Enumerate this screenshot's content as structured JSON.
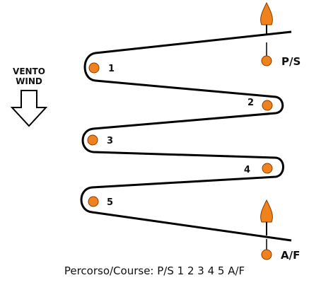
{
  "wind_label": [
    "VENTO",
    "WIND"
  ],
  "marks": [
    {
      "id": "mark-1",
      "label": "1"
    },
    {
      "id": "mark-2",
      "label": "2"
    },
    {
      "id": "mark-3",
      "label": "3"
    },
    {
      "id": "mark-4",
      "label": "4"
    },
    {
      "id": "mark-5",
      "label": "5"
    }
  ],
  "start_label": "P/S",
  "finish_label": "A/F",
  "caption": "Percorso/Course: P/S 1 2 3 4 5 A/F",
  "colors": {
    "mark": "#f0821e",
    "line": "#000000",
    "mark_outline": "#8a3a00"
  }
}
